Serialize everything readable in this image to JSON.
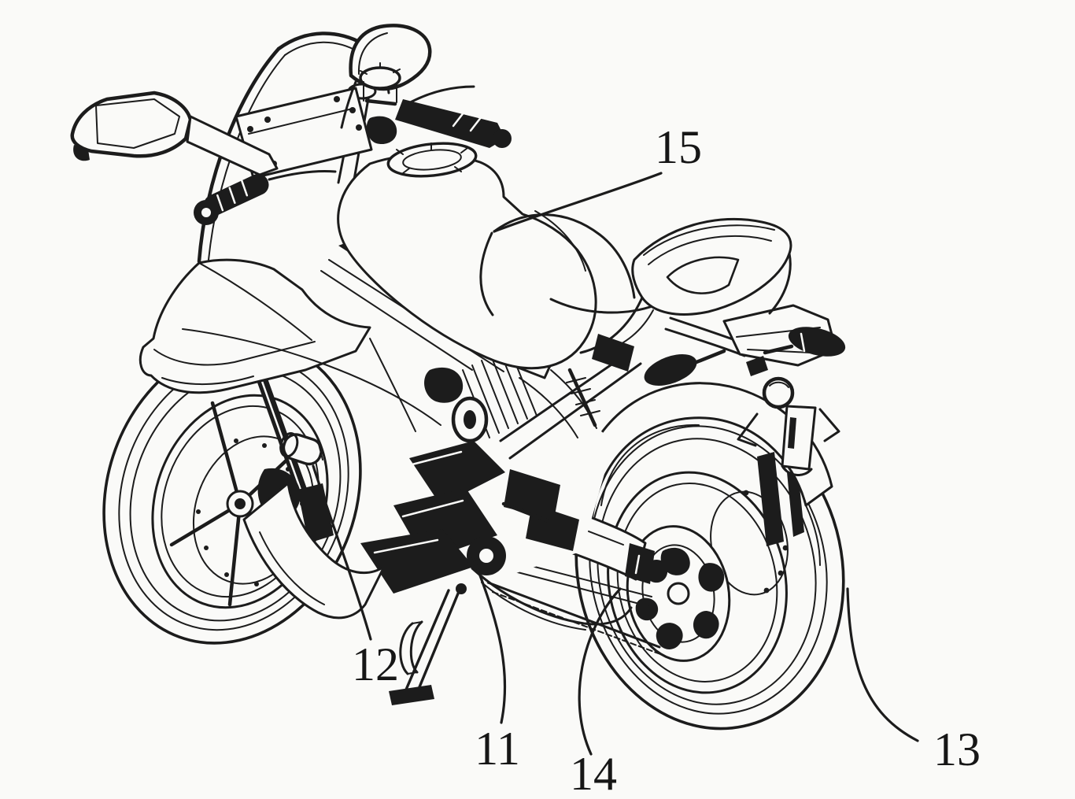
{
  "figure": {
    "kind": "patent-line-drawing",
    "subject": "Sport motorcycle, rear three-quarter left view",
    "background_color": "#fafaf8",
    "ink_color": "#1c1c1c",
    "reference_labels": [
      {
        "number": "11",
        "points_to": "side-stand / lower frame region"
      },
      {
        "number": "12",
        "points_to": "frame slider on side fairing"
      },
      {
        "number": "13",
        "points_to": "rear tyre"
      },
      {
        "number": "14",
        "points_to": "swingarm / drive chain"
      },
      {
        "number": "15",
        "points_to": "fuel tank rear / seat junction"
      }
    ]
  }
}
